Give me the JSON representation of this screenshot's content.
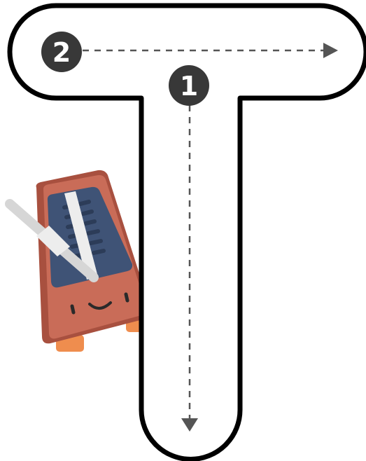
{
  "letter": "T",
  "strokes": [
    {
      "order": "1",
      "direction": "down"
    },
    {
      "order": "2",
      "direction": "right"
    }
  ],
  "illustration": {
    "name": "metronome",
    "face": "smiling"
  },
  "colors": {
    "outline": "#000000",
    "badge": "#383838",
    "guide": "#555555",
    "metronome_body": "#c96c58",
    "metronome_edge": "#a8503f",
    "metronome_panel": "#3f5376",
    "metronome_arm": "#d6d6d6",
    "metronome_feet": "#ef8d4e"
  }
}
